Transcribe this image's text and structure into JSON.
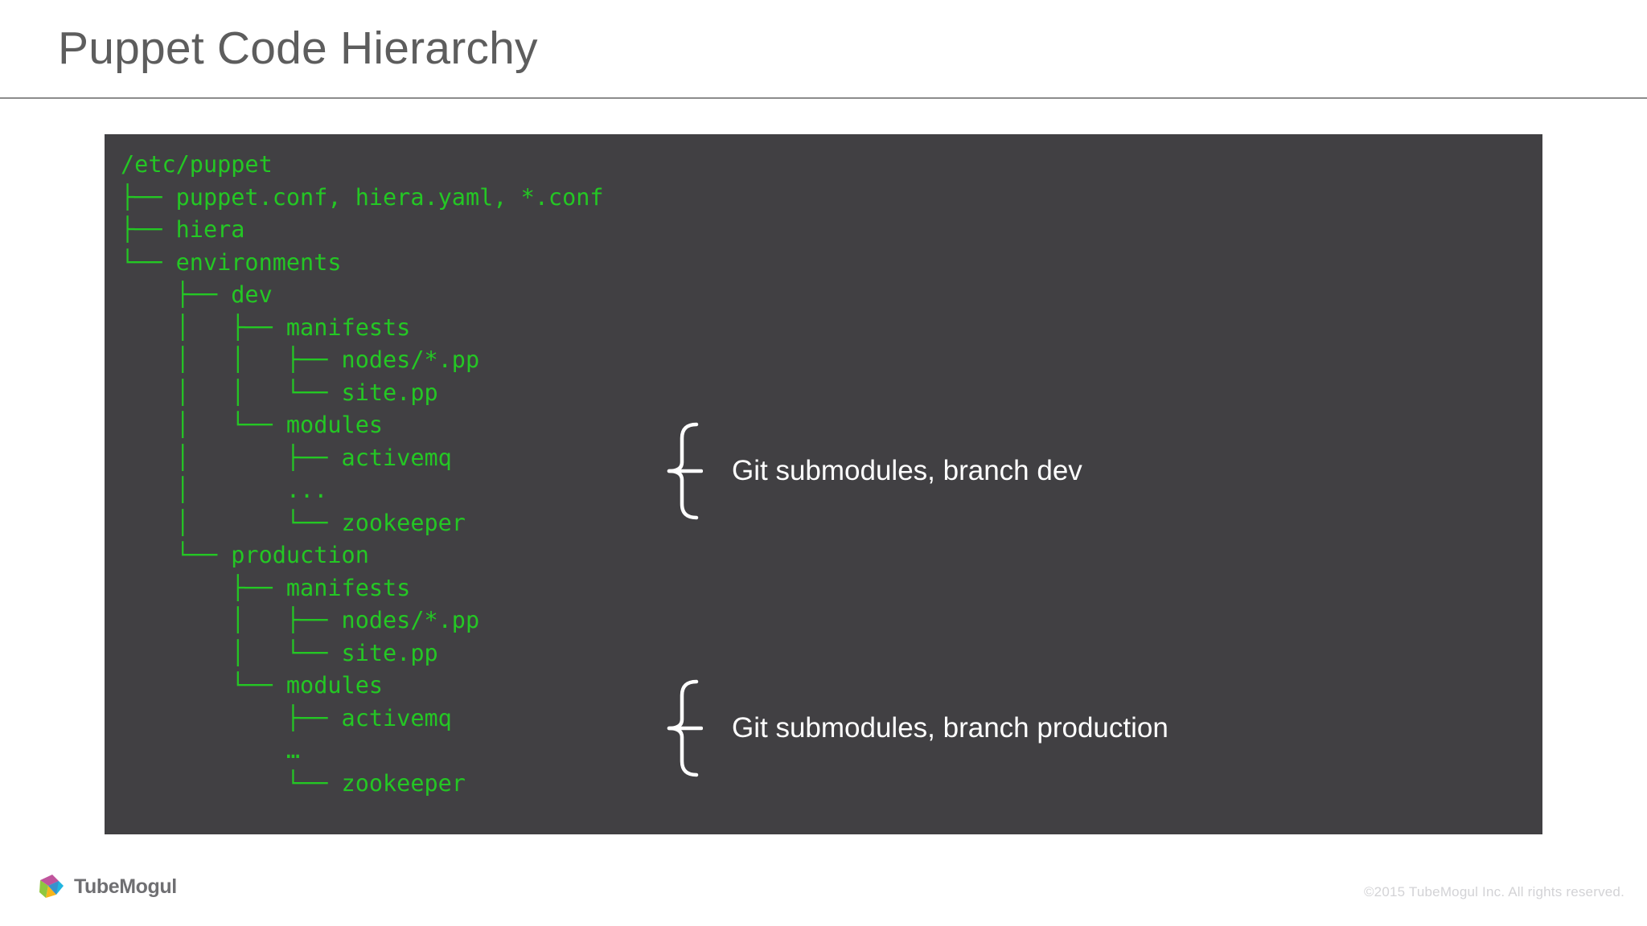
{
  "slide": {
    "title": "Puppet Code Hierarchy"
  },
  "code_block": {
    "background_color": "#414043",
    "text_color": "#24c724",
    "tree_text": "/etc/puppet\n├── puppet.conf, hiera.yaml, *.conf\n├── hiera\n└── environments\n    ├── dev\n    │   ├── manifests\n    │   │   ├── nodes/*.pp\n    │   │   └── site.pp\n    │   └── modules\n    │       ├── activemq\n    │       ...\n    │       └── zookeeper\n    └── production\n        ├── manifests\n        │   ├── nodes/*.pp\n        │   └── site.pp\n        └── modules\n            ├── activemq\n            …\n            └── zookeeper",
    "lines": [
      "/etc/puppet",
      "├── puppet.conf, hiera.yaml, *.conf",
      "├── hiera",
      "└── environments",
      "    ├── dev",
      "    │   ├── manifests",
      "    │   │   ├── nodes/*.pp",
      "    │   │   └── site.pp",
      "    │   └── modules",
      "    │       ├── activemq",
      "    │       ...",
      "    │       └── zookeeper",
      "    └── production",
      "        ├── manifests",
      "        │   ├── nodes/*.pp",
      "        │   └── site.pp",
      "        └── modules",
      "            ├── activemq",
      "            …",
      "            └── zookeeper"
    ]
  },
  "annotations": [
    {
      "id": "dev",
      "label": "Git submodules, branch dev",
      "color": "#ffffff"
    },
    {
      "id": "production",
      "label": "Git submodules, branch production",
      "color": "#ffffff"
    }
  ],
  "footer": {
    "brand": "TubeMogul",
    "copyright": "©2015 TubeMogul Inc. All rights reserved."
  }
}
